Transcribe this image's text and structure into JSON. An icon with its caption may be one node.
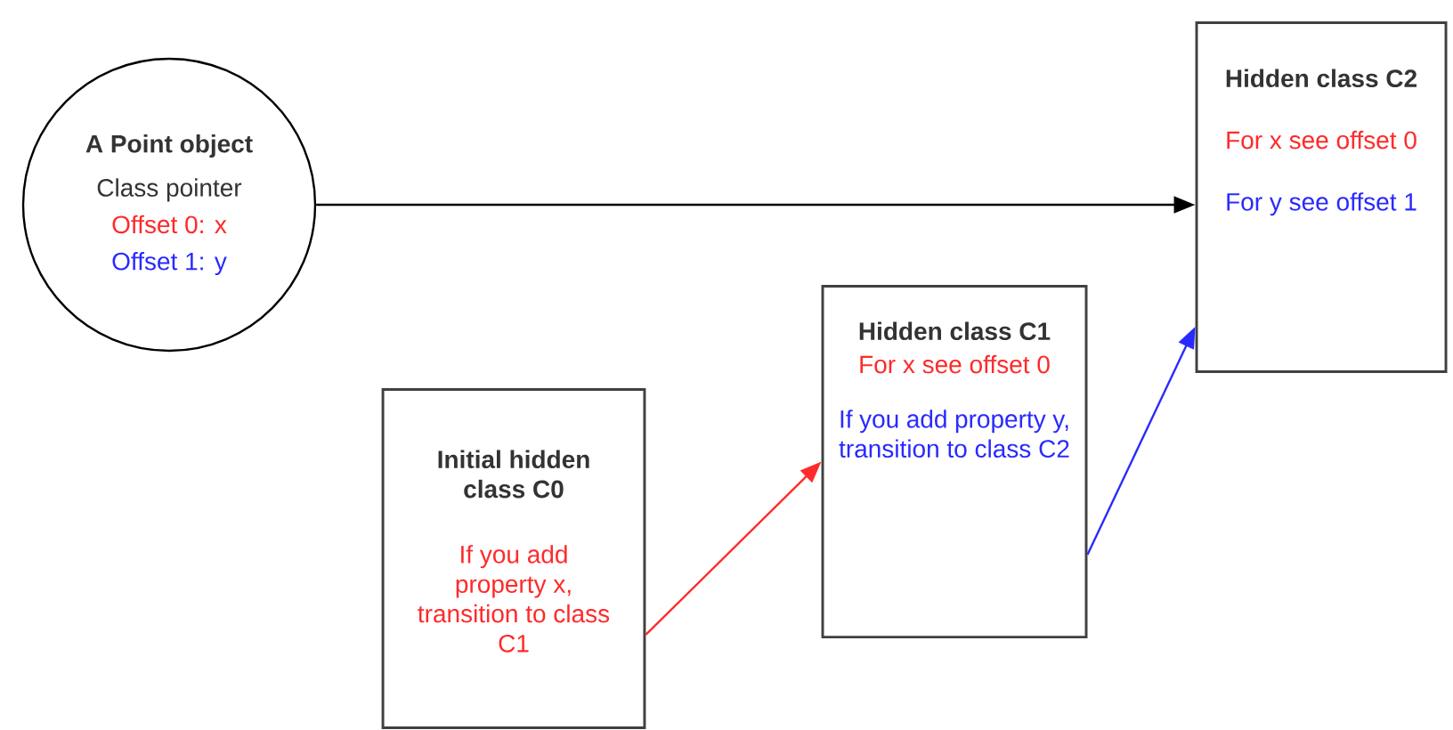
{
  "diagram": {
    "nodes": [
      {
        "text": [
          "A Point object",
          "Class pointer",
          "Offset 0: x",
          "Offset 1: y"
        ]
      },
      {
        "text": [
          "Initial hidden class C0",
          "If you add property x, transition to class C1"
        ]
      },
      {
        "text": [
          "Hidden class C1",
          "For x see offset 0",
          "If you add property y, transition to class C2"
        ]
      },
      {
        "text": [
          "Hidden class C2",
          "For x see offset 0",
          "For y see offset 1"
        ]
      }
    ],
    "edges": [
      {
        "from": 0,
        "to": 3,
        "arrow": "to"
      },
      {
        "from": 1,
        "to": 2,
        "arrow": "to",
        "color": "#ff2a2a"
      },
      {
        "from": 2,
        "to": 3,
        "arrow": "to",
        "color": "#2a2aff"
      }
    ]
  }
}
